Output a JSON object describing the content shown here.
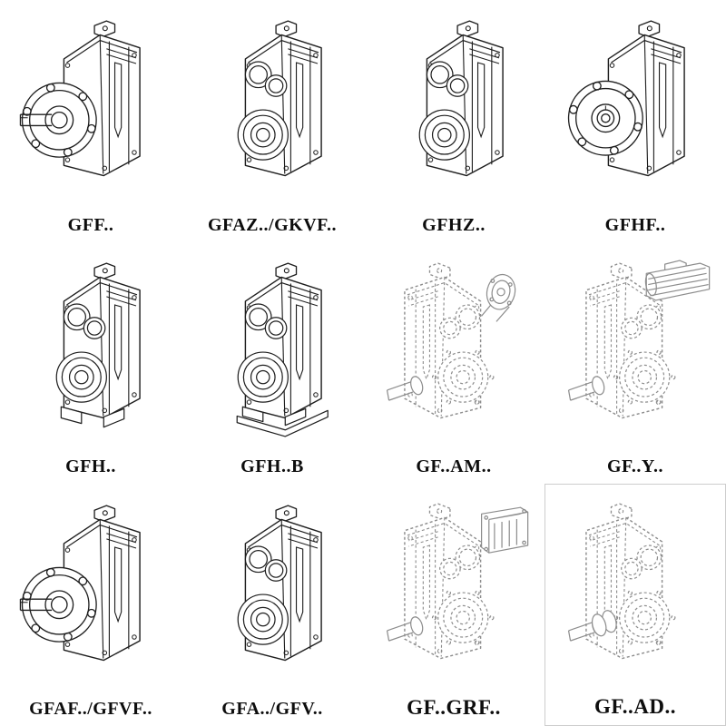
{
  "page": {
    "background": "#ffffff",
    "line_color": "#1f1f1f",
    "dashed_line_color": "#8d8d8d",
    "description": "Catalog sheet of helical gear reducer model variants, 4 x 3 grid of isometric line drawings with model code labels"
  },
  "grid": {
    "rows": 3,
    "cols": 4,
    "items": [
      {
        "label": "GFF..",
        "icon": "gearbox-output-flange-shaft-icon",
        "style": "solid"
      },
      {
        "label": "GFAZ../GKVF..",
        "icon": "gearbox-hollow-shaft-icon",
        "style": "solid"
      },
      {
        "label": "GFHZ..",
        "icon": "gearbox-hollow-shaft-icon",
        "style": "solid"
      },
      {
        "label": "GFHF..",
        "icon": "gearbox-front-flange-icon",
        "style": "solid"
      },
      {
        "label": "GFH..",
        "icon": "gearbox-foot-mounted-icon",
        "style": "solid"
      },
      {
        "label": "GFH..B",
        "icon": "gearbox-foot-base-plate-icon",
        "style": "solid"
      },
      {
        "label": "GF..AM..",
        "icon": "gearbox-motor-adapter-flange-icon",
        "style": "dashed"
      },
      {
        "label": "GF..Y..",
        "icon": "gearbox-with-motor-icon",
        "style": "dashed"
      },
      {
        "label": "GFAF../GFVF..",
        "icon": "gearbox-output-flange-shaft-icon",
        "style": "solid"
      },
      {
        "label": "GFA../GFV..",
        "icon": "gearbox-hollow-shaft-icon",
        "style": "solid"
      },
      {
        "label": "GF..GRF..",
        "icon": "gearbox-cover-adapter-icon",
        "style": "dashed"
      },
      {
        "label": "GF..AD..",
        "icon": "gearbox-input-adapter-icon",
        "style": "dashed"
      }
    ]
  }
}
